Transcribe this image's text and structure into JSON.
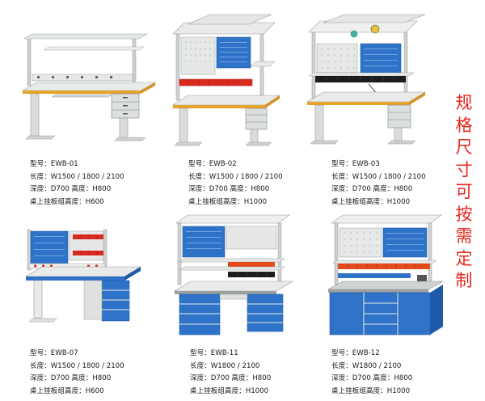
{
  "products": [
    {
      "model_label": "型号：",
      "model": "EWB-01",
      "length": "长度：W1500 / 1800 / 2100",
      "depth": "深度：D700  高度：H800",
      "extra": "桌上挂板组高度：H600"
    },
    {
      "model_label": "型号：",
      "model": "EWB-02",
      "length": "长度：W1500 / 1800 / 2100",
      "depth": "深度：D700  高度：H800",
      "extra": "桌上挂板组高度：H1000"
    },
    {
      "model_label": "型号：",
      "model": "EWB-03",
      "length": "长度：W1500 / 1800 / 2100",
      "depth": "深度：D700  高度：H800",
      "extra": "桌上挂板组高度：H1000"
    },
    {
      "model_label": "型号：",
      "model": "EWB-07",
      "length": "长度：W1500 / 1800 / 2100",
      "depth": "深度：D700  高度：H800",
      "extra": "桌上挂板组高度：H600"
    },
    {
      "model_label": "型号：",
      "model": "EWB-11",
      "length": "长度：W1800 / 2100",
      "depth": "深度：D700  高度：H800",
      "extra": "桌上挂板组高度：H1000"
    },
    {
      "model_label": "型号：",
      "model": "EWB-12",
      "length": "长度：W1800 / 2100",
      "depth": "深度：D700  高度：H800",
      "extra": "桌上挂板组高度：H1000"
    }
  ],
  "side_note": [
    "规",
    "格",
    "尺",
    "寸",
    "可",
    "按",
    "需",
    "定",
    "制"
  ],
  "colors": {
    "accent": "#e5271e",
    "panel_blue": "#2f73c8",
    "frame_grey": "#d9dcdc",
    "top_grey": "#e9ebea",
    "edge_orange": "#e6a52a",
    "bin_red": "#d92a20",
    "bin_black": "#1c1c1c"
  }
}
